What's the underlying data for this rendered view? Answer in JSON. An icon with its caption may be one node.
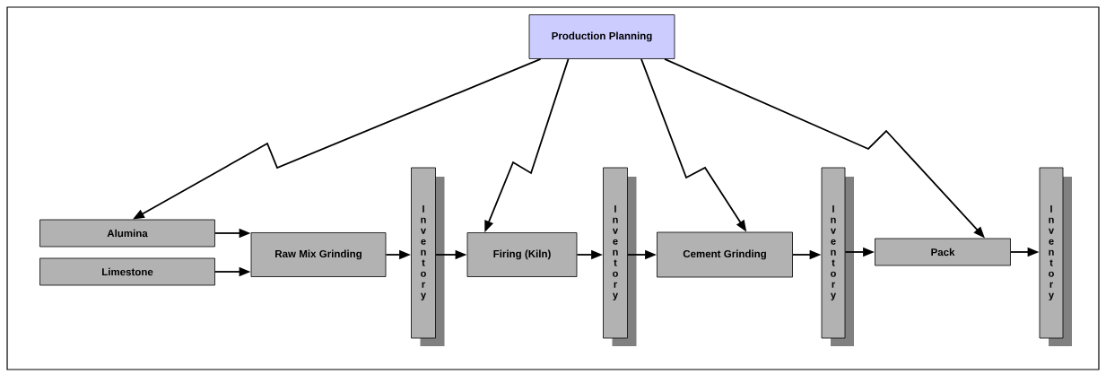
{
  "diagram": {
    "nodes": [
      {
        "text": [
          "Production Planning"
        ]
      },
      {
        "text": [
          "Alumina"
        ]
      },
      {
        "text": [
          "Limestone"
        ]
      },
      {
        "text": [
          "Raw Mix Grinding"
        ]
      },
      {
        "text": [
          "Inventory"
        ]
      },
      {
        "text": [
          "Firing (Kiln)"
        ]
      },
      {
        "text": [
          "Inventory"
        ]
      },
      {
        "text": [
          "Cement Grinding"
        ]
      },
      {
        "text": [
          "Inventory"
        ]
      },
      {
        "text": [
          "Pack"
        ]
      },
      {
        "text": [
          "Inventory"
        ]
      }
    ],
    "edges": [
      {
        "from": 0,
        "to": 1,
        "arrow": "to"
      },
      {
        "from": 0,
        "to": 5,
        "arrow": "to"
      },
      {
        "from": 0,
        "to": 7,
        "arrow": "to"
      },
      {
        "from": 0,
        "to": 9,
        "arrow": "to"
      },
      {
        "from": 1,
        "to": 3,
        "arrow": "to"
      },
      {
        "from": 2,
        "to": 3,
        "arrow": "to"
      },
      {
        "from": 3,
        "to": 4,
        "arrow": "to"
      },
      {
        "from": 4,
        "to": 5,
        "arrow": "to"
      },
      {
        "from": 5,
        "to": 6,
        "arrow": "to"
      },
      {
        "from": 6,
        "to": 7,
        "arrow": "to"
      },
      {
        "from": 7,
        "to": 8,
        "arrow": "to"
      },
      {
        "from": 8,
        "to": 9,
        "arrow": "to"
      },
      {
        "from": 9,
        "to": 10,
        "arrow": "to"
      }
    ]
  }
}
